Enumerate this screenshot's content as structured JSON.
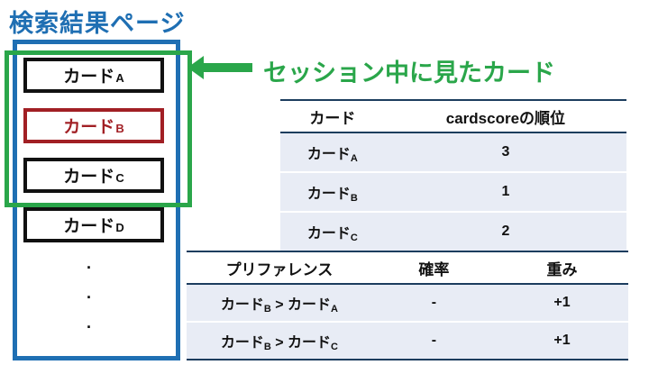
{
  "title": "検索結果ページ",
  "cards": [
    {
      "name": "カード",
      "sub": "A",
      "highlight": false
    },
    {
      "name": "カード",
      "sub": "B",
      "highlight": true
    },
    {
      "name": "カード",
      "sub": "C",
      "highlight": false
    },
    {
      "name": "カード",
      "sub": "D",
      "highlight": false
    }
  ],
  "dots": [
    ".",
    ".",
    "."
  ],
  "session_label": "セッション中に見たカード",
  "colors": {
    "title": "#1f6fb3",
    "session": "#2aa64a",
    "highlight": "#a11f24",
    "table_fill": "#e8ecf5"
  },
  "rank_table": {
    "headers": [
      "カード",
      "cardscoreの順位"
    ],
    "rows": [
      {
        "name": "カード",
        "sub": "A",
        "rank": "3"
      },
      {
        "name": "カード",
        "sub": "B",
        "rank": "1"
      },
      {
        "name": "カード",
        "sub": "C",
        "rank": "2"
      }
    ]
  },
  "pref_table": {
    "headers": [
      "プリファレンス",
      "確率",
      "重み"
    ],
    "rows": [
      {
        "left": "カード",
        "left_sub": "B",
        "op": " > ",
        "right": "カード",
        "right_sub": "A",
        "prob": "-",
        "weight": "+1"
      },
      {
        "left": "カード",
        "left_sub": "B",
        "op": " > ",
        "right": "カード",
        "right_sub": "C",
        "prob": "-",
        "weight": "+1"
      }
    ]
  }
}
